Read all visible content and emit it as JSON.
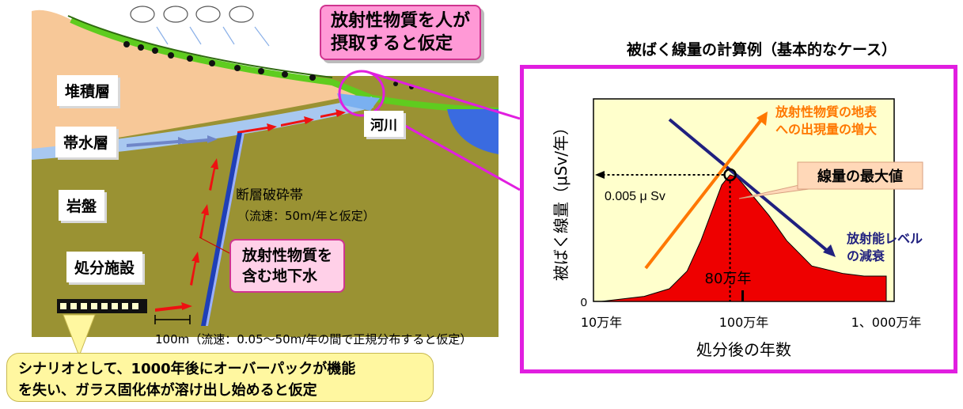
{
  "geology": {
    "layer_sediment": "堆積層",
    "layer_aquifer": "帯水層",
    "layer_bedrock": "岩盤",
    "facility": "処分施設",
    "river": "河川",
    "fault_title": "断層破砕帯",
    "fault_flow": "（流速：50m/年と仮定）",
    "ingest_callout": [
      "放射性物質を人が",
      "摂取すると仮定"
    ],
    "groundwater_callout": [
      "放射性物質を",
      "含む地下水"
    ],
    "distance_note": "100m（流速：0.05～50m/年の間で正規分布すると仮定）",
    "scenario_note": [
      "シナリオとして、1000年後にオーバーパックが機能",
      "を失い、ガラス固化体が溶け出し始めると仮定"
    ]
  },
  "colors": {
    "sediment": "#f7c898",
    "bedrock": "#9a9233",
    "aquifer": "#a8c8f0",
    "river": "#3a6be0",
    "grass": "#5fcc1f",
    "fault": "#1f3fb8",
    "arrow_red": "#ee1111",
    "panel_border": "#e11ee0",
    "plot_bg": "#ffffcc",
    "curve": "#ee0000",
    "orange": "#ff7700",
    "navy": "#20207f"
  },
  "chart_data": {
    "type": "area",
    "title": "被ばく線量の計算例（基本的なケース）",
    "xlabel": "処分後の年数",
    "ylabel": "被ばく線量（μSv/年）",
    "x_scale": "log",
    "x_ticks": [
      "10万年",
      "100万年",
      "1、000万年"
    ],
    "x_tick_values": [
      100000,
      1000000,
      10000000
    ],
    "y_zero_label": "0",
    "series": [
      {
        "x": [
          100000,
          200000,
          300000,
          400000,
          500000,
          600000,
          700000,
          800000,
          900000,
          1000000,
          1500000,
          2000000,
          3000000,
          5000000,
          7000000,
          10000000
        ],
        "values": [
          0,
          0.0002,
          0.0005,
          0.0012,
          0.0024,
          0.0036,
          0.0046,
          0.005,
          0.0049,
          0.0046,
          0.0034,
          0.0024,
          0.0014,
          0.0011,
          0.001,
          0.001
        ]
      }
    ],
    "ylim": [
      0,
      0.008
    ],
    "peak": {
      "value_label": "0.005 μ Sv",
      "year_label": "80万年",
      "x": 800000,
      "y": 0.005
    },
    "annotations": {
      "max_dose": "線量の最大値",
      "surface_increase": [
        "放射性物質の地表",
        "への出現量の増大"
      ],
      "decay": [
        "放射能レベル",
        "の減衰"
      ]
    }
  }
}
